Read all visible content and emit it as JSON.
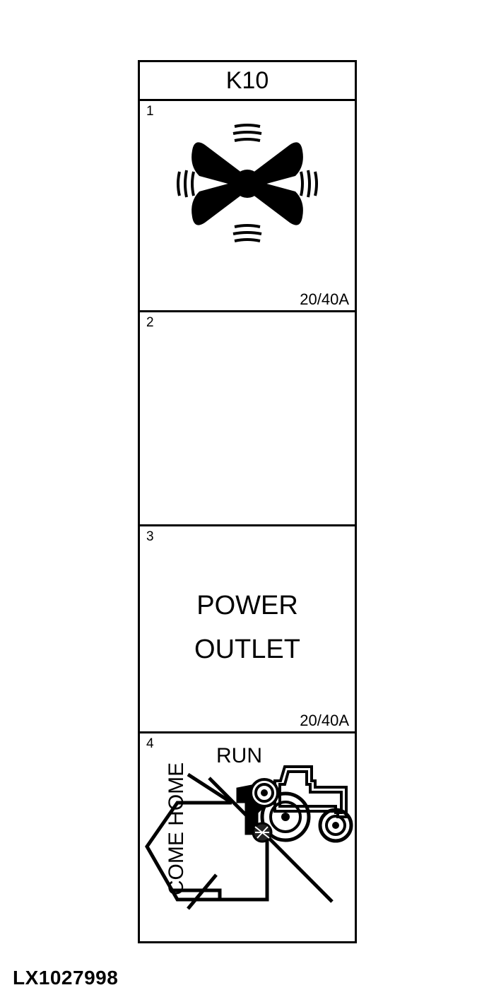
{
  "label": {
    "header": {
      "title": "K10"
    },
    "part_number": "LX1027998",
    "cells": [
      {
        "number": "1",
        "icon": "fan-icon",
        "text_lines": [],
        "amperage": "20/40A"
      },
      {
        "number": "2",
        "icon": "",
        "text_lines": [],
        "amperage": ""
      },
      {
        "number": "3",
        "icon": "",
        "text_lines": [
          "POWER",
          "OUTLET"
        ],
        "amperage": "20/40A"
      },
      {
        "number": "4",
        "icon": "tractor-house-icon",
        "labels": {
          "run": "RUN",
          "come_home": "COME HOME"
        },
        "text_lines": [],
        "amperage": ""
      }
    ]
  },
  "colors": {
    "ink": "#000000",
    "paper": "#ffffff"
  }
}
